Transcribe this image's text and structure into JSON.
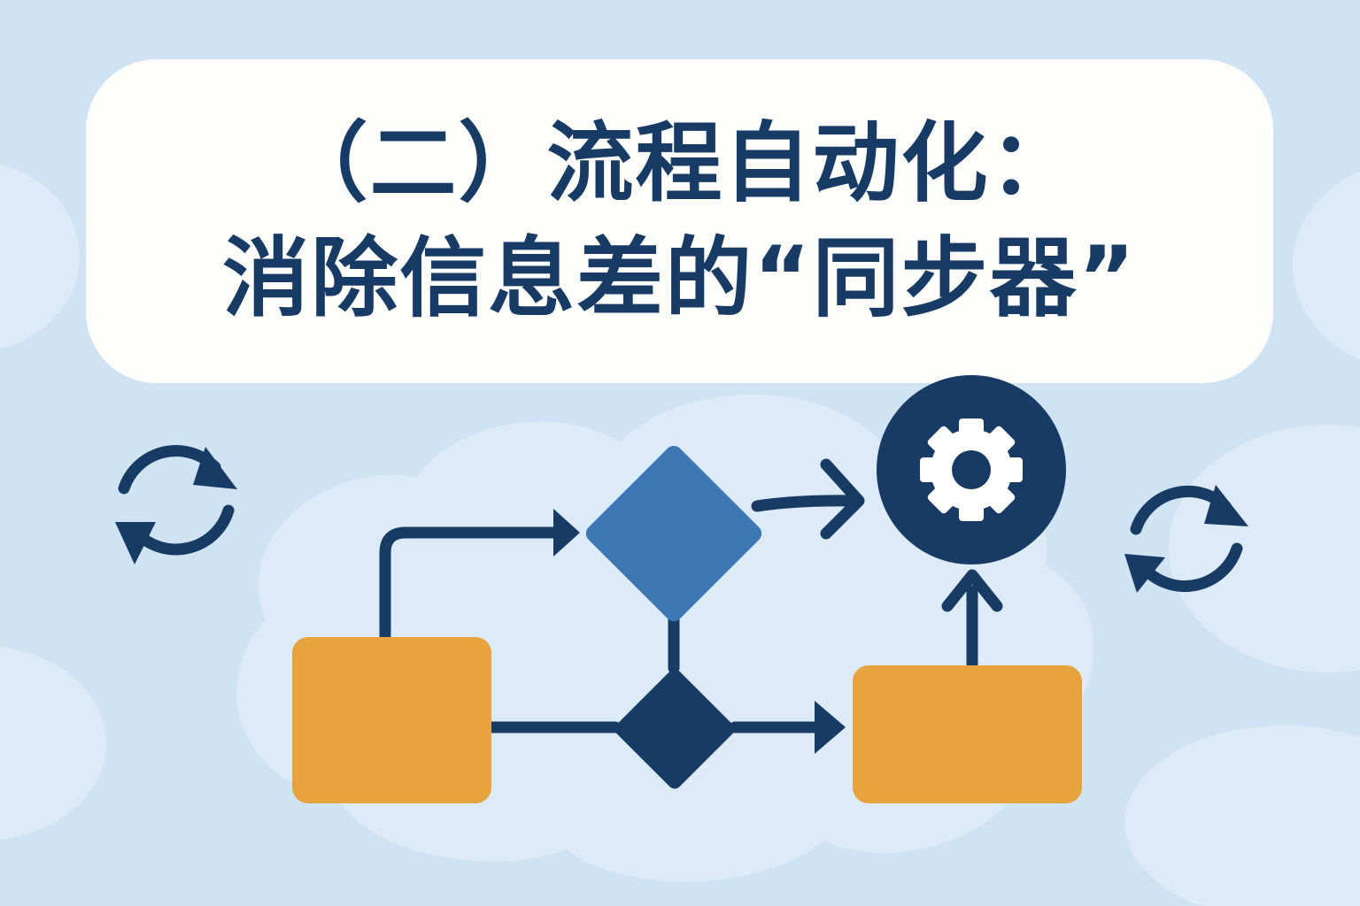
{
  "title": {
    "line1": "（二）流程自动化：",
    "line2": "消除信息差的“同步器”"
  },
  "colors": {
    "background": "#cfe3f3",
    "cloud": "#dcebf7",
    "card": "#fdfdfb",
    "navy": "#183b66",
    "diamond_blue": "#3d77b3",
    "orange": "#e8a23e",
    "white": "#ffffff"
  },
  "icons": [
    "refresh-icon",
    "gear-icon",
    "arrow-icon",
    "decision-diamond",
    "process-box"
  ]
}
